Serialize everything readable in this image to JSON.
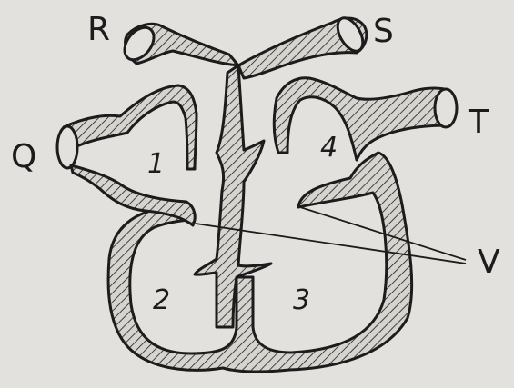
{
  "diagram": {
    "vessel_labels": {
      "Q": "Q",
      "R": "R",
      "S": "S",
      "T": "T"
    },
    "valve_label": "V",
    "chambers": {
      "c1": "1",
      "c2": "2",
      "c3": "3",
      "c4": "4"
    }
  },
  "colors": {
    "ink": "#1c1c1c",
    "paper": "#e2e1dd",
    "wall_fill": "#d6d4cf"
  }
}
